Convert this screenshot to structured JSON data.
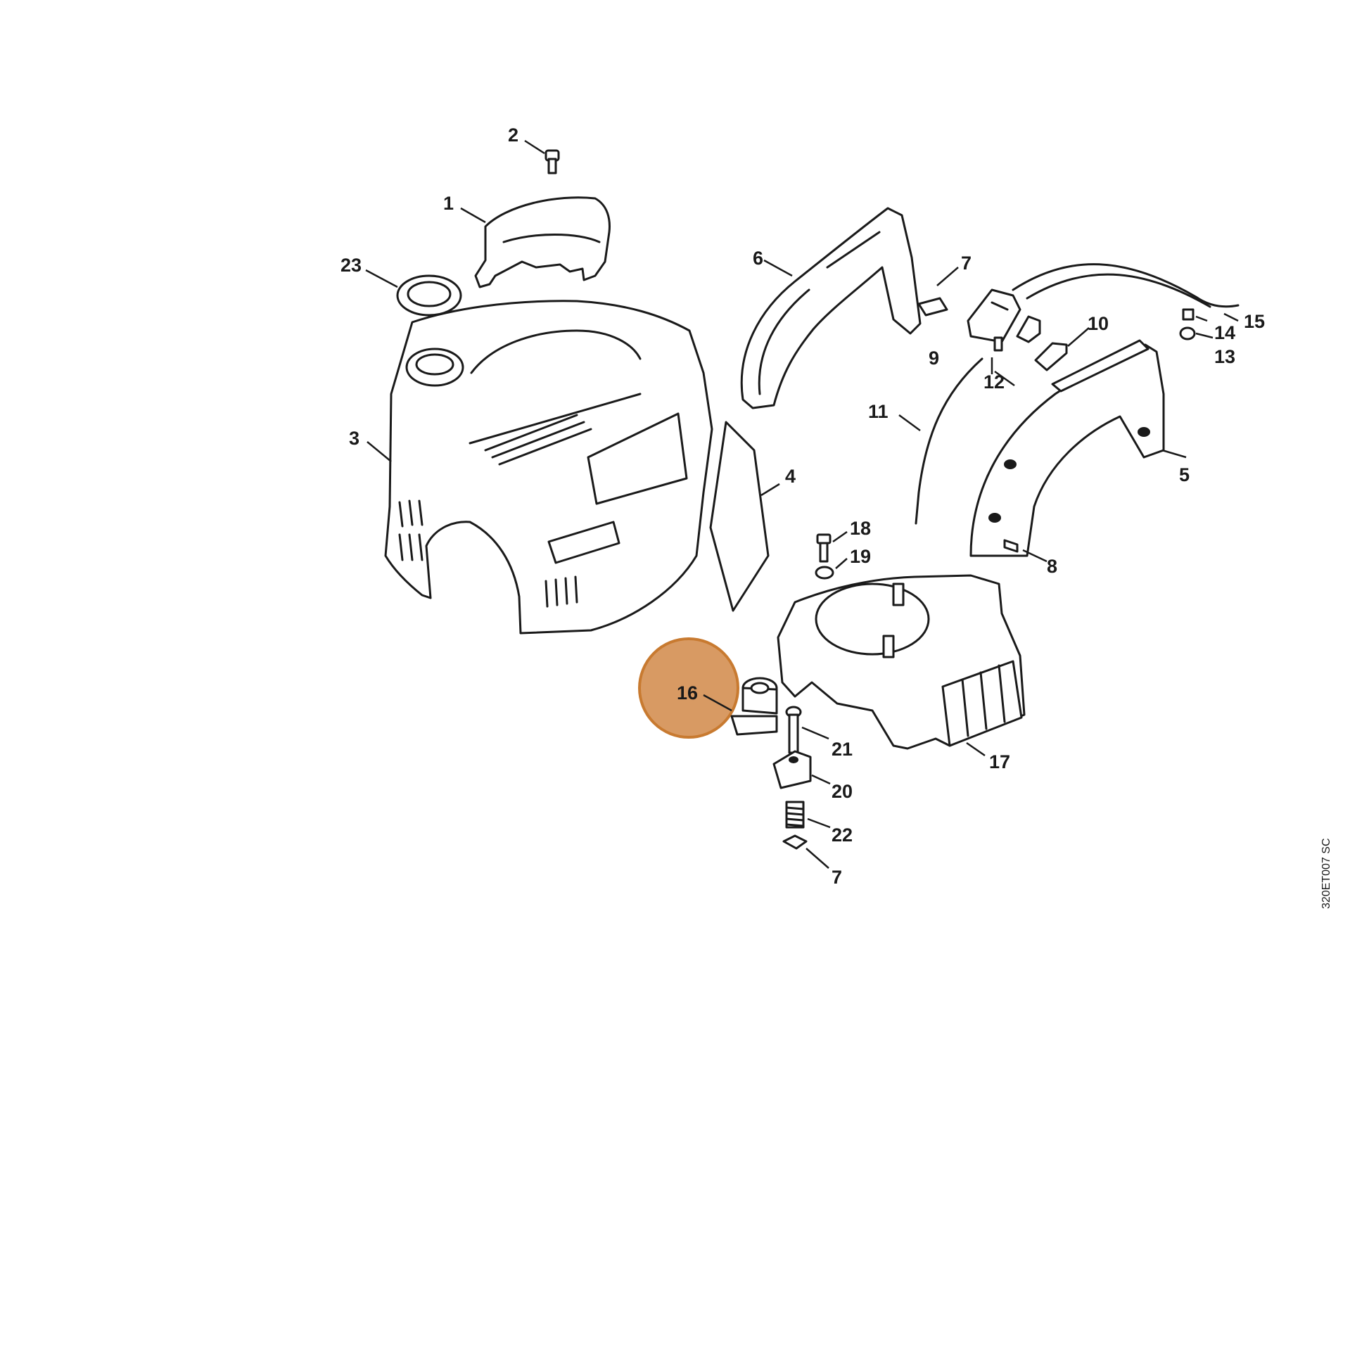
{
  "diagram": {
    "callouts": {
      "c1": "1",
      "c2": "2",
      "c3": "3",
      "c4": "4",
      "c5": "5",
      "c6": "6",
      "c7a": "7",
      "c7b": "7",
      "c8": "8",
      "c9": "9",
      "c10": "10",
      "c11": "11",
      "c12": "12",
      "c13": "13",
      "c14": "14",
      "c15": "15",
      "c16": "16",
      "c17": "17",
      "c18": "18",
      "c19": "19",
      "c20": "20",
      "c21": "21",
      "c22": "22",
      "c23": "23"
    },
    "highlighted_part": "16",
    "highlight_color": "#d89a63",
    "highlight_stroke": "#c87a30",
    "reference_code": "320ET007 SC"
  }
}
